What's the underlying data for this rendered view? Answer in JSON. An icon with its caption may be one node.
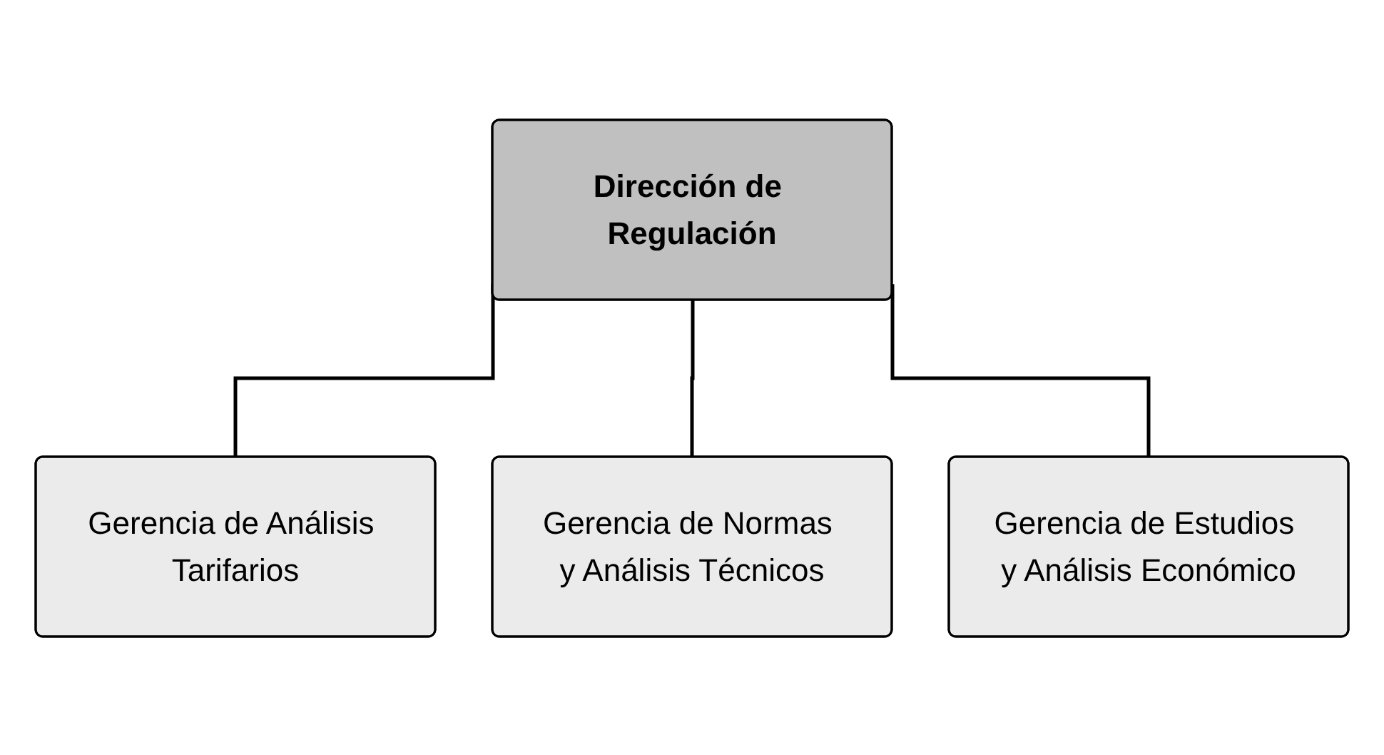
{
  "diagram": {
    "nodes": [
      {
        "text": [
          "Dirección de Regulación"
        ]
      },
      {
        "text": [
          "Gerencia de Análisis Tarifarios"
        ]
      },
      {
        "text": [
          "Gerencia de Normas y Análisis Técnicos"
        ]
      },
      {
        "text": [
          "Gerencia de Estudios y Análisis Económico"
        ]
      }
    ],
    "edges": [
      {
        "from": 0,
        "to": 1,
        "arrow": "none"
      },
      {
        "from": 0,
        "to": 2,
        "arrow": "none"
      },
      {
        "from": 0,
        "to": 3,
        "arrow": "none"
      }
    ]
  }
}
